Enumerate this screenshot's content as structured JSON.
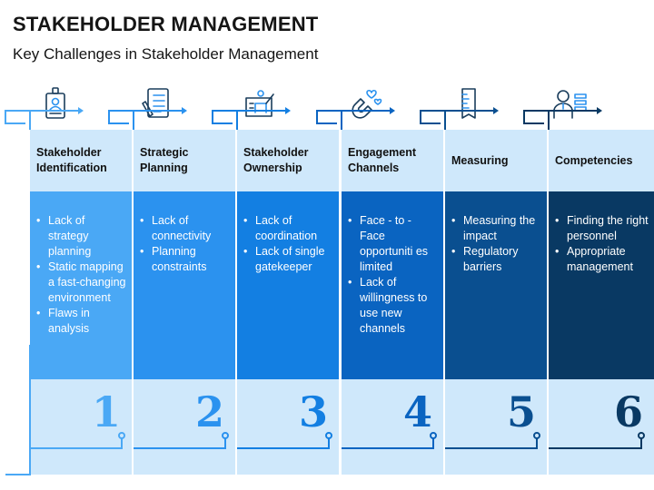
{
  "header": {
    "title": "STAKEHOLDER MANAGEMENT",
    "subtitle": "Key Challenges in Stakeholder Management"
  },
  "colors": {
    "light": "#cfe8fb",
    "columns": [
      "#4aa8f5",
      "#2b92ef",
      "#137fe2",
      "#0a64c1",
      "#0a4f90",
      "#093963"
    ]
  },
  "columns": [
    {
      "icon": "id-badge-icon",
      "heading": "Stakeholder Identification",
      "items": [
        "Lack of strategy planning",
        "Static mapping a fast-changing environment",
        "Flaws in analysis"
      ],
      "number": "1"
    },
    {
      "icon": "checklist-icon",
      "heading": "Strategic Planning",
      "items": [
        "Lack of connectivity",
        "Planning constraints"
      ],
      "number": "2"
    },
    {
      "icon": "presenter-board-icon",
      "heading": "Stakeholder Ownership",
      "items": [
        "Lack of coordination",
        "Lack of single gatekeeper"
      ],
      "number": "3"
    },
    {
      "icon": "magnet-hearts-icon",
      "heading": "Engagement Channels",
      "items": [
        "Face - to - Face opportuniti es limited",
        "Lack of willingness to use new channels"
      ],
      "number": "4"
    },
    {
      "icon": "measuring-tape-icon",
      "heading": "Measuring",
      "items": [
        "Measuring the impact",
        "Regulatory barriers"
      ],
      "number": "5"
    },
    {
      "icon": "person-skills-icon",
      "heading": "Competencies",
      "items": [
        "Finding the right personnel",
        "Appropriate management"
      ],
      "number": "6"
    }
  ]
}
